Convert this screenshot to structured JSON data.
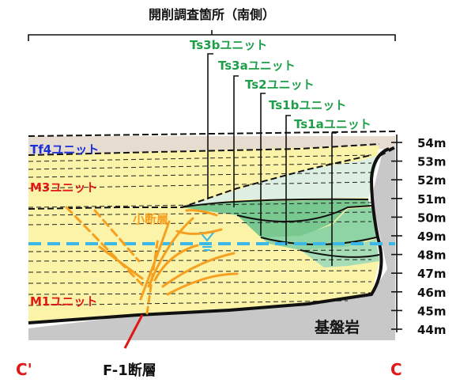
{
  "title": "開削調査箇所（南側）",
  "units_top": [
    "Ts3bユニット",
    "Ts3aユニット",
    "Ts2ユニット",
    "Ts1bユニット",
    "Ts1aユニット"
  ],
  "units_left": {
    "tf4": "Tf4ユニット",
    "m3": "M3ユニット",
    "m1": "M1ユニット"
  },
  "small_fault": "小断層",
  "bedrock": "基盤岩",
  "fault": "F-1断層",
  "endpoint_left": "C'",
  "endpoint_right": "C",
  "scale_labels": [
    "54m",
    "53m",
    "52m",
    "51m",
    "50m",
    "49m",
    "48m",
    "47m",
    "46m",
    "45m",
    "44m"
  ],
  "colors": {
    "unit_label_green": "#1f9e4a",
    "tf4_blue": "#1a2fd6",
    "red": "#e01818",
    "orange": "#f5a020",
    "water_blue": "#3cb8e6",
    "fill_yellow": "#fbf3a8",
    "fill_green": "#78c890",
    "fill_gray": "#c8c8c8"
  }
}
